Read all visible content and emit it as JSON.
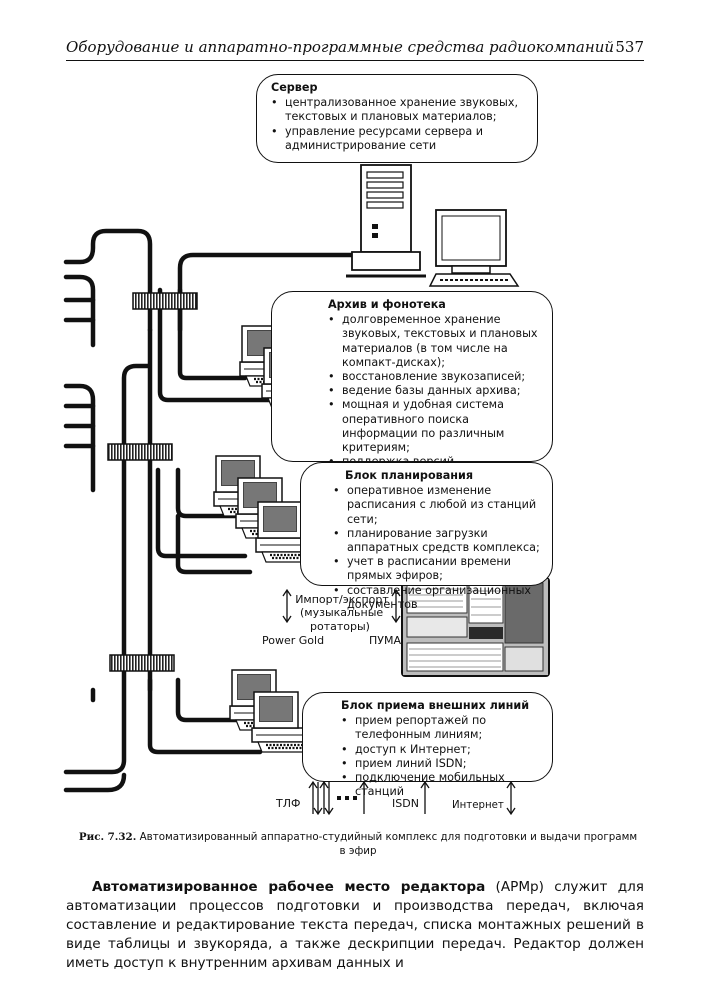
{
  "header": {
    "title": "Оборудование и аппаратно-программные средства радиокомпаний",
    "page_number": "537"
  },
  "boxes": {
    "server": {
      "title": "Сервер",
      "items": [
        "централизованное хранение звуковых, текстовых и плановых материалов;",
        "управление ресурсами сервера и администрирование сети"
      ]
    },
    "archive": {
      "title": "Архив и фонотека",
      "items": [
        "долговременное хранение звуковых, текстовых и плановых материалов (в том числе на компакт-дисках);",
        "восстановление звукозаписей;",
        "ведение базы данных архива;",
        "мощная и удобная система оперативного поиска информации по различным критериям;",
        "поддержка версий редактируемого объекта"
      ]
    },
    "planning": {
      "title": "Блок планирования",
      "items": [
        "оперативное изменение расписания с любой из станций сети;",
        "планирование загрузки аппаратных средств комплекса;",
        "учет в расписании времени прямых эфиров;",
        "составление организационных документов"
      ]
    },
    "external": {
      "title": "Блок приема внешних линий",
      "items": [
        "прием репортажей по телефонным линиям;",
        "доступ к Интернет;",
        "прием линий ISDN;",
        "подключение мобильных станций"
      ]
    }
  },
  "labels": {
    "import_export": "Импорт/экспорт",
    "rotators": "(музыкальные ротаторы)",
    "power_gold": "Power Gold",
    "puma": "ПУМА",
    "tlf": "ТЛФ",
    "isdn": "ISDN",
    "internet": "Интернет"
  },
  "caption": {
    "fig": "Рис. 7.32.",
    "text": "Автоматизированный аппаратно-студийный комплекс для подготовки и выдачи программ в эфир"
  },
  "body": {
    "term": "Автоматизированное рабочее место редактора",
    "text": " (АРМр) служит для автоматизации процессов подготовки и производства передач, включая составление и редактирование текста передач, списка монтажных решений в виде таблицы и звукоряда, а также дескрипции передач. Редактор должен иметь доступ к внутренним архивам данных и"
  }
}
